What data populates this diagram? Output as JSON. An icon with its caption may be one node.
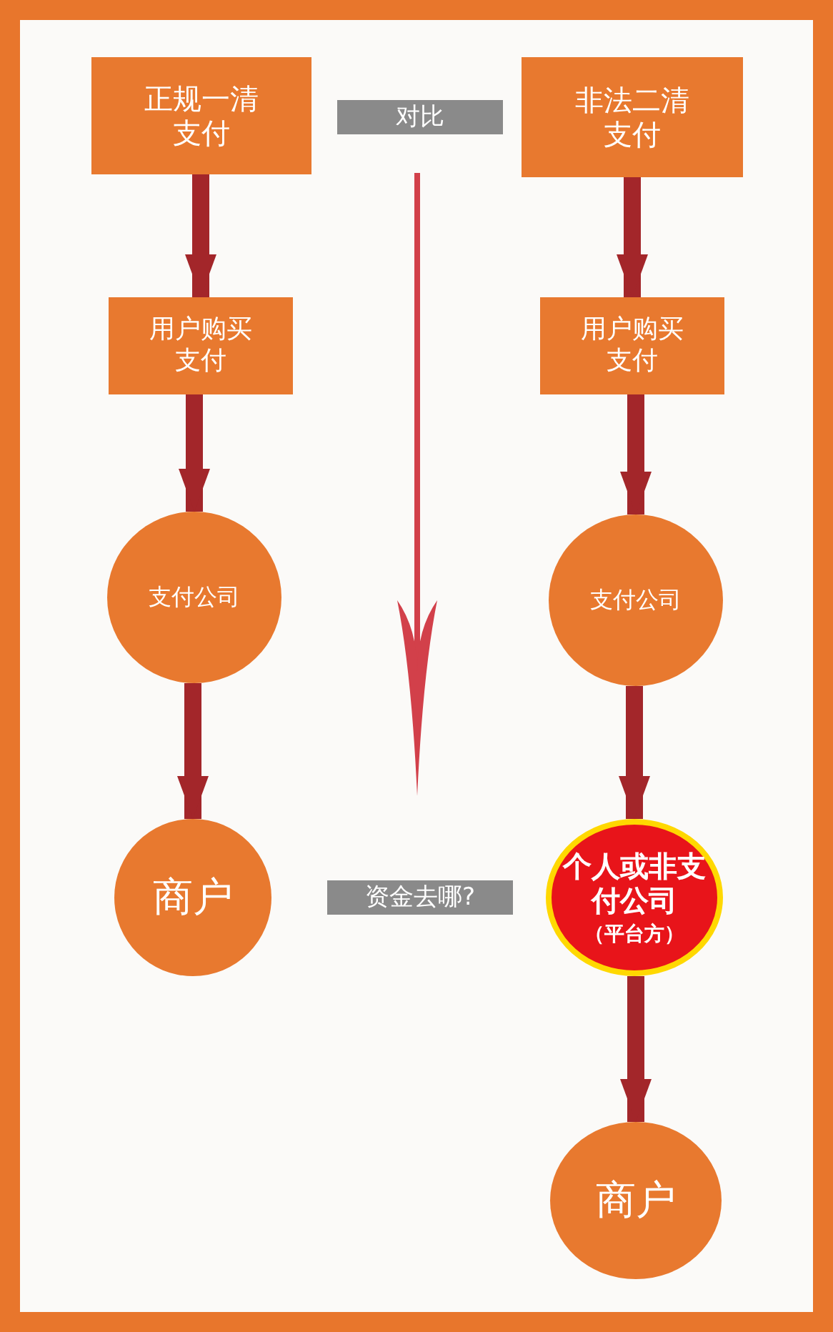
{
  "diagram": {
    "nodes": [
      {
        "text": [
          "正规一清支付"
        ]
      },
      {
        "text": [
          "非法二清支付"
        ]
      },
      {
        "text": [
          "用户购买支付"
        ]
      },
      {
        "text": [
          "用户购买支付"
        ]
      },
      {
        "text": [
          "支付公司"
        ]
      },
      {
        "text": [
          "支付公司"
        ]
      },
      {
        "text": [
          "商户"
        ]
      },
      {
        "text": [
          "个人或非支付公司",
          "（平台方）"
        ]
      },
      {
        "text": [
          "商户"
        ]
      }
    ],
    "edges": [
      {
        "from": 0,
        "to": 2,
        "arrow": "to"
      },
      {
        "from": 2,
        "to": 4,
        "arrow": "to"
      },
      {
        "from": 4,
        "to": 6,
        "arrow": "to"
      },
      {
        "from": 1,
        "to": 3,
        "arrow": "to"
      },
      {
        "from": 3,
        "to": 5,
        "arrow": "to"
      },
      {
        "from": 5,
        "to": 7,
        "arrow": "to"
      },
      {
        "from": 7,
        "to": 8,
        "arrow": "to"
      }
    ],
    "labels": [
      "对比",
      "资金去哪?"
    ]
  }
}
